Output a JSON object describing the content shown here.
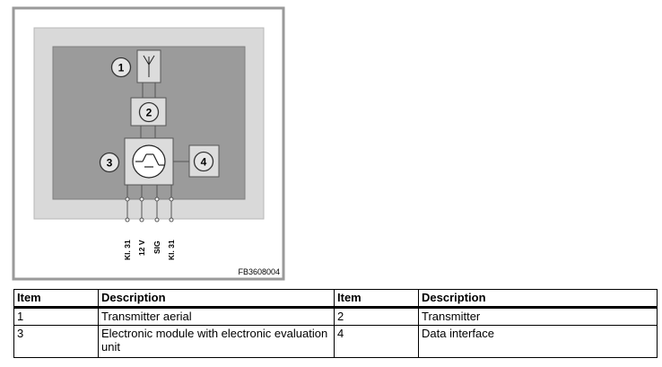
{
  "figure": {
    "code": "FB3608004",
    "callouts": [
      "1",
      "2",
      "3",
      "4"
    ],
    "pin_labels": [
      "Kl. 31",
      "12 V",
      "SIG",
      "Kl. 31"
    ],
    "icons": [
      "antenna-icon",
      "transistor-icon"
    ]
  },
  "legend": {
    "headers": [
      "Item",
      "Description",
      "Item",
      "Description"
    ],
    "rows": [
      [
        "1",
        "Transmitter aerial",
        "2",
        "Transmitter"
      ],
      [
        "3",
        "Electronic module with electronic evaluation unit",
        "4",
        "Data interface"
      ]
    ]
  }
}
